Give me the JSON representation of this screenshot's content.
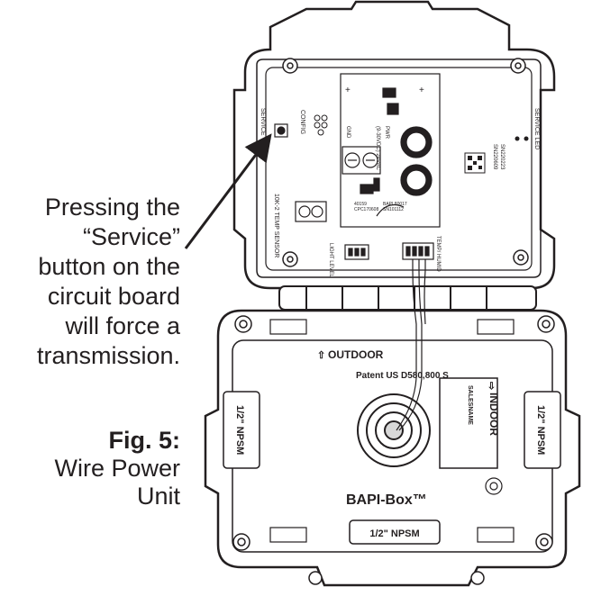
{
  "instruction": {
    "lines": [
      "Pressing the",
      "“Service”",
      "button on the",
      "circuit board",
      "will force a",
      "transmission."
    ]
  },
  "figure": {
    "label": "Fig. 5:",
    "title_lines": [
      "Wire Power",
      "Unit"
    ]
  },
  "board": {
    "service": "SERVICE",
    "config": "CONFIG",
    "service_led": "SERVICE LED",
    "temp_sensor": "10K-2 TEMP SENSOR",
    "light_level": "LIGHT LEVEL",
    "temp_humid": "TEMP/ HUMID",
    "pwr": "PWR",
    "volt_range": "(9-30VDC) 24VAC",
    "gnd": "GND",
    "part_a": "40159",
    "part_a2": "CPC170608",
    "part_b": "BAPI 80017",
    "part_b2": "SN101112",
    "serial_a": "SN220609",
    "serial_b": "SN220223"
  },
  "box": {
    "outdoor": "OUTDOOR",
    "indoor": "INDOOR",
    "patent": "Patent US D580,800 S",
    "brand": "BAPI-Box™",
    "npsm": "1/2\" NPSM",
    "npsm_left": "1/2\" NPSM",
    "npsm_right": "1/2\" NPSM",
    "sticker": "SALESNAME"
  },
  "colors": {
    "ink": "#231f20",
    "light_fill": "#f4f4f4",
    "mid_fill": "#d8d8d8"
  }
}
